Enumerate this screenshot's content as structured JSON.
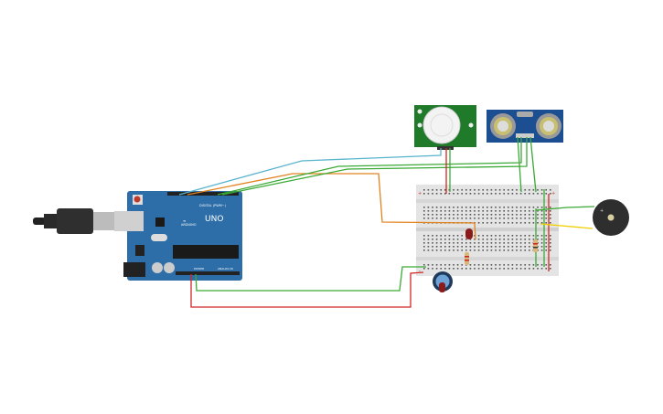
{
  "arduino": {
    "brand": "ARDUINO",
    "model": "UNO",
    "digital_label": "DIGITAL (PWM~)",
    "power_label": "POWER",
    "analog_label": "ANALOG IN"
  },
  "breadboard": {
    "plus": "+",
    "minus": "-"
  },
  "buzzer": {
    "plus": "+"
  },
  "colors": {
    "board": "#2d6ea8",
    "breadboard": "#e4e4e4",
    "pir": "#1f7a2a",
    "ultrasonic": "#1c4e92",
    "wire_cyan": "#5ab4cc",
    "wire_orange": "#e2821e",
    "wire_green": "#3aaa35",
    "wire_red": "#d22525",
    "wire_yellow": "#f0d000"
  }
}
